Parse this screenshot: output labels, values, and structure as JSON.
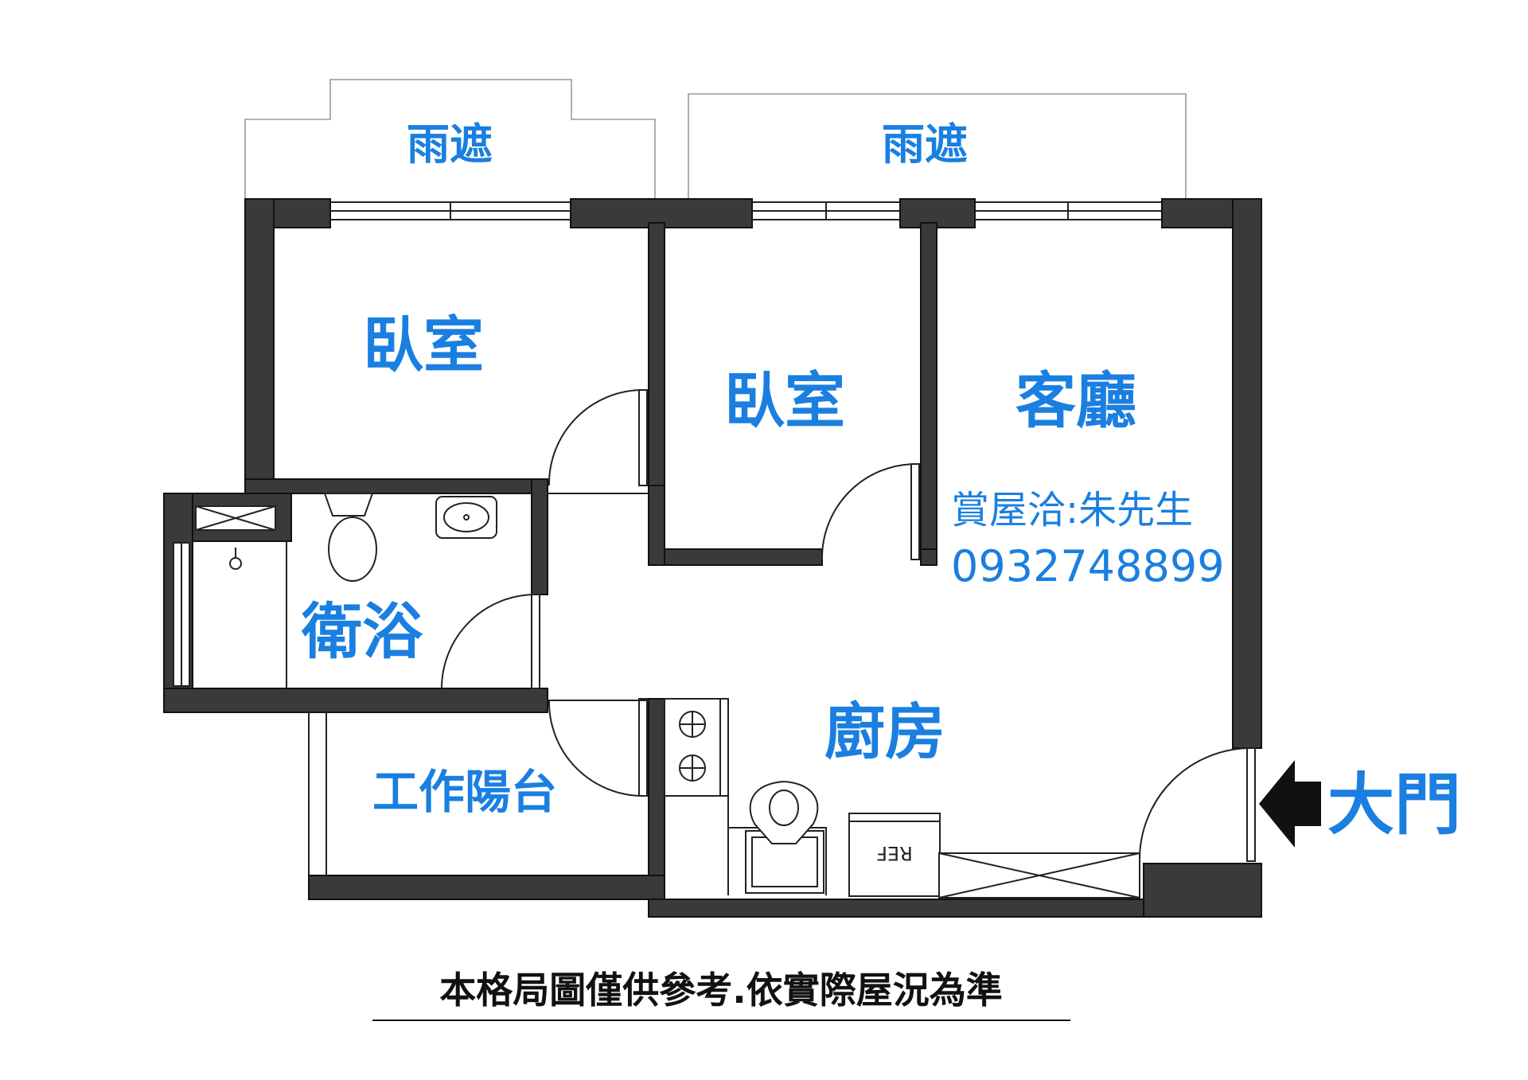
{
  "rooms": {
    "canopy_left": "雨遮",
    "canopy_right": "雨遮",
    "bedroom_left": "臥室",
    "bedroom_middle": "臥室",
    "living_room": "客廳",
    "bathroom": "衛浴",
    "balcony": "工作陽台",
    "kitchen": "廚房",
    "main_door": "大門"
  },
  "fixtures": {
    "fridge_label": "REF"
  },
  "contact": {
    "agent": "賞屋洽:朱先生",
    "phone": "0932748899"
  },
  "disclaimer": "本格局圖僅供參考.依實際屋況為準",
  "colors": {
    "label_blue": "#1a7fe0",
    "wall_gray": "#3a3a3c"
  }
}
